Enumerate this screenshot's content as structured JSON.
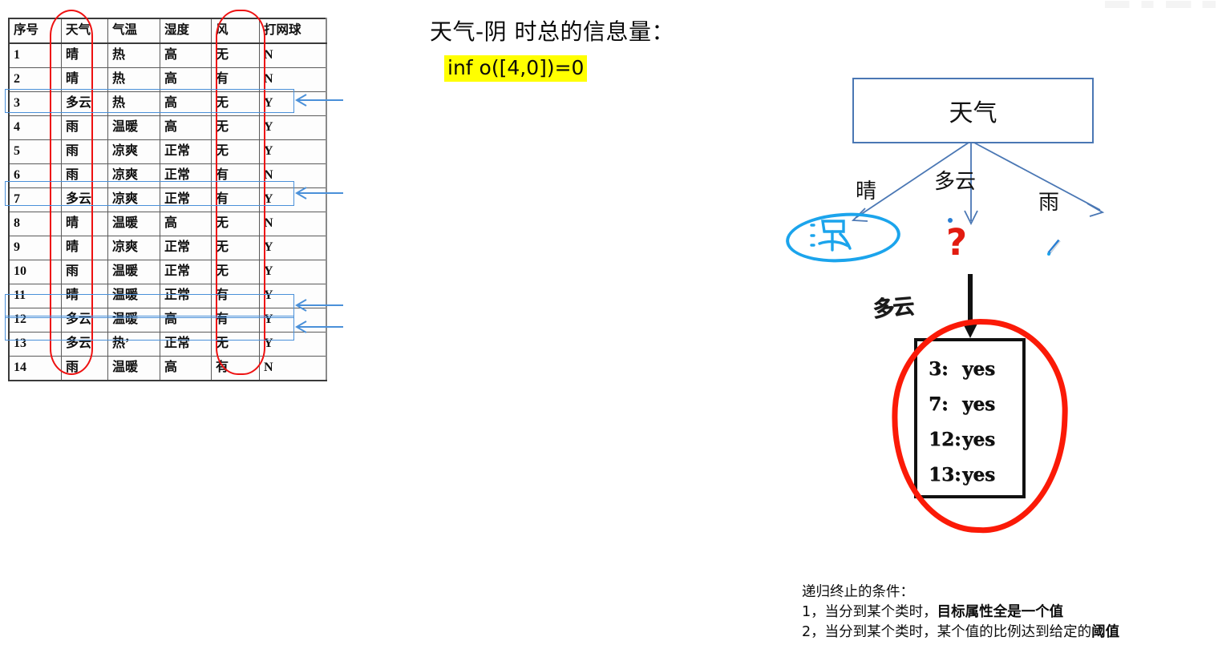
{
  "table": {
    "headers": [
      "序号",
      "天气",
      "气温",
      "湿度",
      "风",
      "打网球"
    ],
    "rows": [
      [
        "1",
        "晴",
        "热",
        "高",
        "无",
        "N"
      ],
      [
        "2",
        "晴",
        "热",
        "高",
        "有",
        "N"
      ],
      [
        "3",
        "多云",
        "热",
        "高",
        "无",
        "Y"
      ],
      [
        "4",
        "雨",
        "温暖",
        "高",
        "无",
        "Y"
      ],
      [
        "5",
        "雨",
        "凉爽",
        "正常",
        "无",
        "Y"
      ],
      [
        "6",
        "雨",
        "凉爽",
        "正常",
        "有",
        "N"
      ],
      [
        "7",
        "多云",
        "凉爽",
        "正常",
        "有",
        "Y"
      ],
      [
        "8",
        "晴",
        "温暖",
        "高",
        "无",
        "N"
      ],
      [
        "9",
        "晴",
        "凉爽",
        "正常",
        "无",
        "Y"
      ],
      [
        "10",
        "雨",
        "温暖",
        "正常",
        "无",
        "Y"
      ],
      [
        "11",
        "晴",
        "温暖",
        "正常",
        "有",
        "Y"
      ],
      [
        "12",
        "多云",
        "温暖",
        "高",
        "有",
        "Y"
      ],
      [
        "13",
        "多云",
        "热’",
        "正常",
        "无",
        "Y"
      ],
      [
        "14",
        "雨",
        "温暖",
        "高",
        "有",
        "N"
      ]
    ],
    "highlighted_rows": [
      3,
      7,
      12,
      13
    ],
    "circled_columns": [
      "天气",
      "打网球"
    ],
    "circle_color": "#ee1111",
    "highlight_color": "#4a90d9"
  },
  "info": {
    "title": "天气-阴 时总的信息量：",
    "formula": "inf o([4,0])=0",
    "highlight_color": "#ffff00"
  },
  "tree": {
    "root_label": "天气",
    "root_border_color": "#4a77b4",
    "edges": [
      {
        "label": "晴"
      },
      {
        "label": "多云"
      },
      {
        "label": "雨"
      }
    ],
    "question_mark": "?",
    "question_color": "#e21b10",
    "handwritten_label": "多云",
    "leaf_rows": [
      {
        "key": "3:",
        "value": "yes"
      },
      {
        "key": "7:",
        "value": "yes"
      },
      {
        "key": "12:",
        "value": "yes"
      },
      {
        "key": "13:",
        "value": "yes"
      }
    ],
    "red_oval_color": "#fb1a07",
    "blue_ink_color": "#1ba4ec"
  },
  "notes": {
    "heading": "递归终止的条件：",
    "line1_prefix": "1，当分到某个类时，",
    "line1_bold": "目标属性全是一个值",
    "line2_prefix": "2，当分到某个类时，某个值的比例达到给定的",
    "line2_bold": "阈值"
  }
}
